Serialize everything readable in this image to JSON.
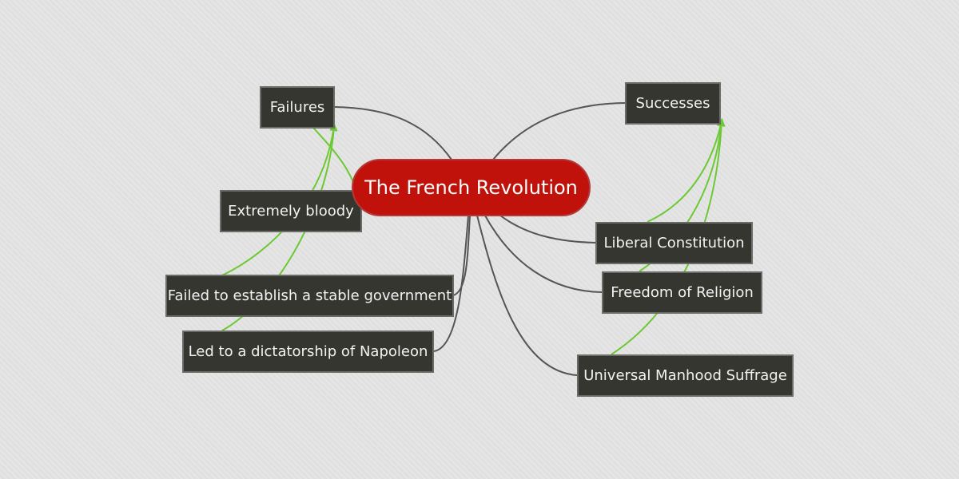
{
  "mindmap": {
    "central": {
      "label": "The French Revolution",
      "color": "#c0120a"
    },
    "branches": [
      {
        "id": "failures",
        "label": "Failures"
      },
      {
        "id": "successes",
        "label": "Successes"
      }
    ],
    "failures_children": [
      {
        "label": "Extremely bloody"
      },
      {
        "label": "Failed to establish a stable government"
      },
      {
        "label": "Led to a dictatorship of Napoleon"
      }
    ],
    "successes_children": [
      {
        "label": "Liberal Constitution"
      },
      {
        "label": "Freedom of Religion"
      },
      {
        "label": "Universal Manhood Suffrage"
      }
    ],
    "colors": {
      "node_fill": "#363631",
      "node_border": "#6b6b67",
      "connector": "#555555",
      "relationship_arrow": "#6cc934",
      "background": "#e0e0e0"
    }
  }
}
